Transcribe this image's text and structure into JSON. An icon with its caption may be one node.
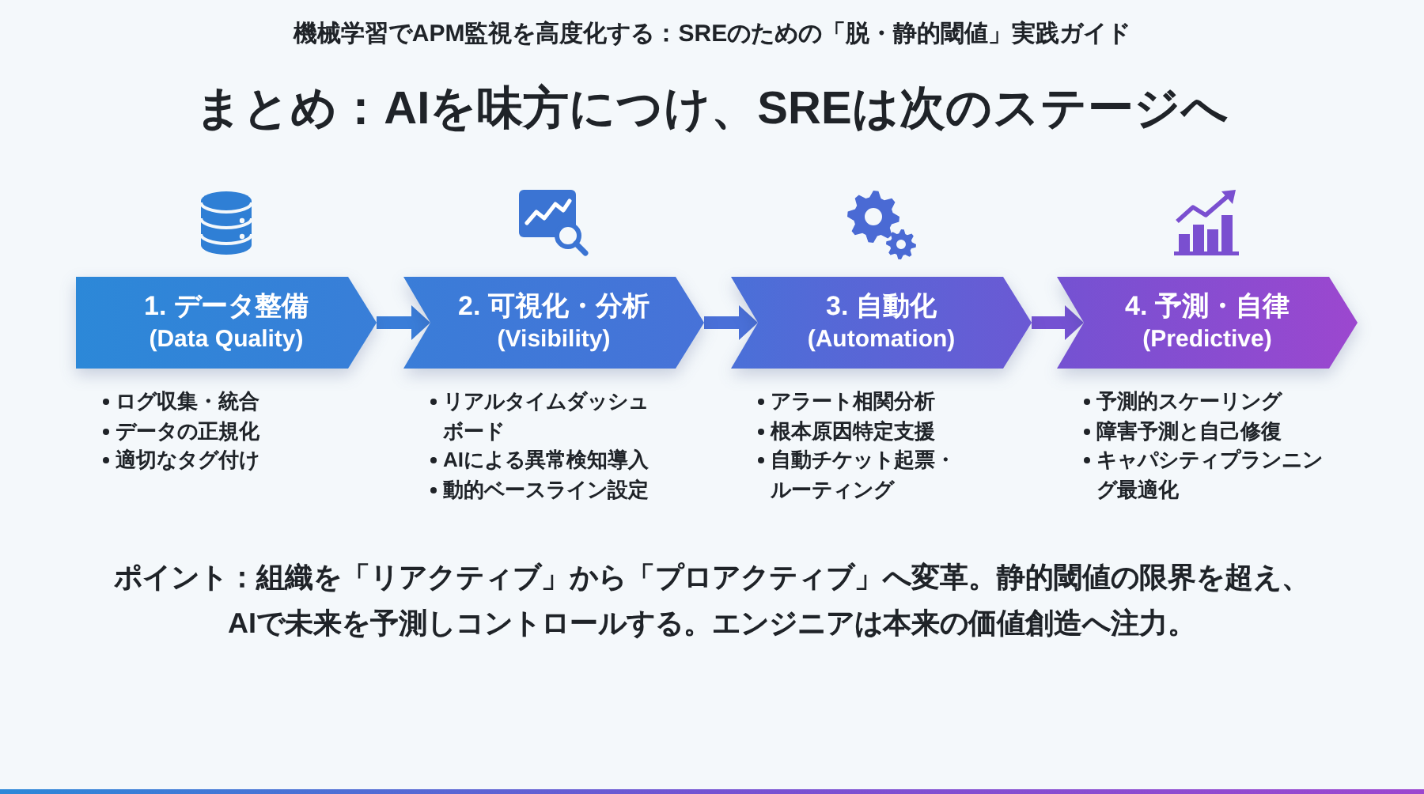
{
  "diagram": {
    "title": "まとめ：AIを味方につけ、SREは次のステージへ",
    "nodes": [
      {
        "text": [
          "1. データ整備",
          "(Data Quality)"
        ],
        "beside": [
          "ログ収集・統合",
          "データの正規化",
          "適切なタグ付け"
        ]
      },
      {
        "text": [
          "2. 可視化・分析",
          "(Visibility)"
        ],
        "beside": [
          "リアルタイムダッシュボード",
          "AIによる異常検知導入",
          "動的ベースライン設定"
        ]
      },
      {
        "text": [
          "3. 自動化",
          "(Automation)"
        ],
        "beside": [
          "アラート相関分析",
          "根本原因特定支援",
          "自動チケット起票・ルーティング"
        ]
      },
      {
        "text": [
          "4. 予測・自律",
          "(Predictive)"
        ],
        "beside": [
          "予測的スケーリング",
          "障害予測と自己修復",
          "キャパシティプランニング最適化"
        ]
      }
    ],
    "edges": [
      {
        "from": 0,
        "to": 1,
        "arrow": "to"
      },
      {
        "from": 1,
        "to": 2,
        "arrow": "to"
      },
      {
        "from": 2,
        "to": 3,
        "arrow": "to"
      }
    ],
    "labels": [
      "機械学習でAPM監視を高度化する：SREのための「脱・静的閾値」実践ガイド",
      "ポイント：組織を「リアクティブ」から「プロアクティブ」へ変革。静的閾値の限界を超え、AIで未来を予測しコントロールする。エンジニアは本来の価値創造へ注力。"
    ]
  }
}
